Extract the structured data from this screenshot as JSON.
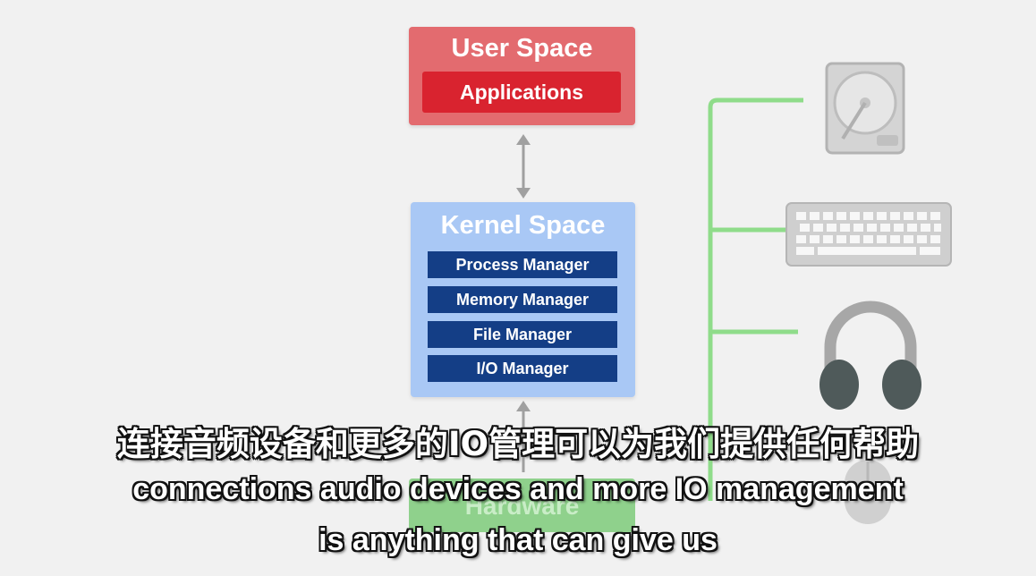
{
  "diagram": {
    "user_space": {
      "title": "User Space",
      "applications": "Applications"
    },
    "kernel_space": {
      "title": "Kernel Space",
      "managers": [
        "Process Manager",
        "Memory Manager",
        "File Manager",
        "I/O Manager"
      ]
    },
    "hardware": {
      "title": "Hardware"
    },
    "devices": [
      "hard-drive-icon",
      "keyboard-icon",
      "headphones-icon",
      "mouse-icon"
    ],
    "colors": {
      "user_space": "#e36b6f",
      "applications": "#d9232f",
      "kernel_space": "#a9c8f5",
      "manager_bar": "#143e86",
      "hardware": "#8fd18c",
      "connector": "#8fdc8a",
      "arrow": "#a0a0a0"
    }
  },
  "subtitles": {
    "zh": "连接音频设备和更多的IO管理可以为我们提供任何帮助",
    "en_line1": "connections audio devices and more IO management",
    "en_line2": "is anything that can give us"
  }
}
